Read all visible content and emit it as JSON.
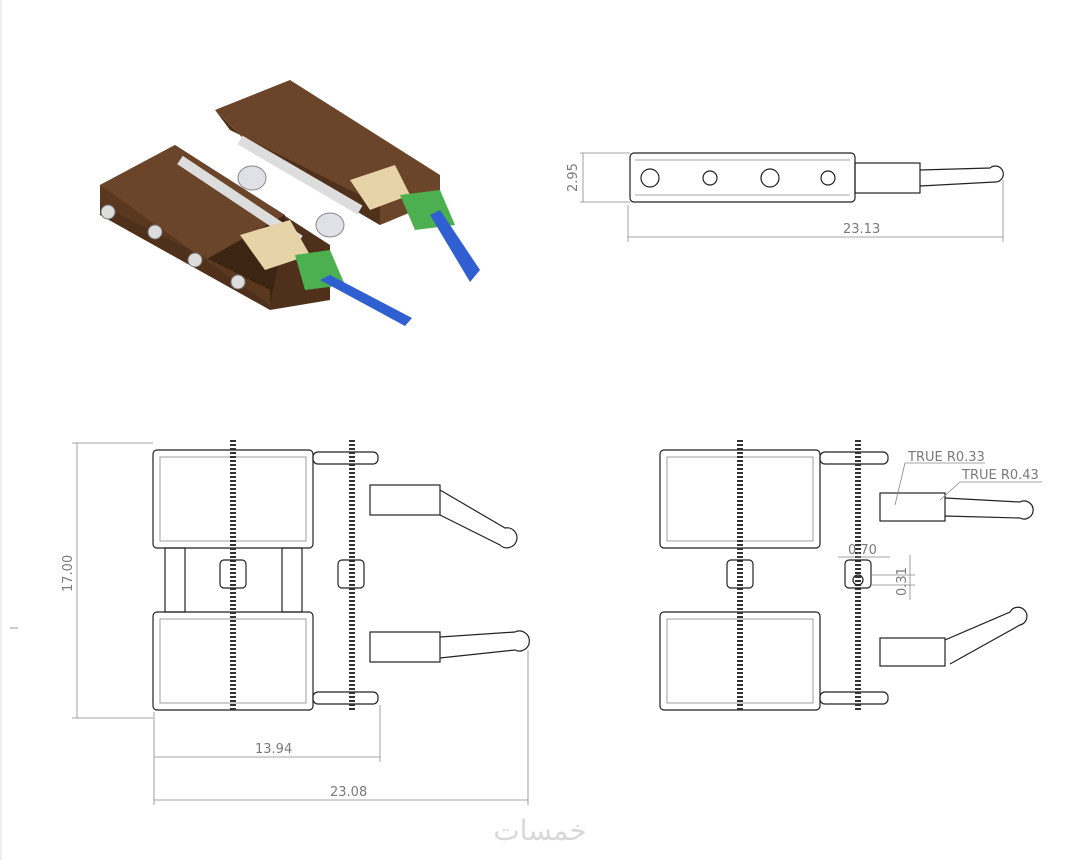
{
  "drawing": {
    "top_view": {
      "height_dim": "2.95",
      "length_dim": "23.13"
    },
    "front_view_left": {
      "height_dim": "17.00",
      "inner_width_dim": "13.94",
      "overall_width_dim": "23.08"
    },
    "front_view_right": {
      "radius_callout_1": "TRUE R0.33",
      "radius_callout_2": "TRUE R0.43",
      "hole_width_dim": "0.70",
      "hole_height_dim": "0.31"
    },
    "watermark": "خمسات",
    "colors": {
      "block": "#5b3a22",
      "rod": "#e8e8e8",
      "collar": "#e6d3a8",
      "clamp": "#4caf50",
      "lever": "#2f5fd0"
    }
  }
}
